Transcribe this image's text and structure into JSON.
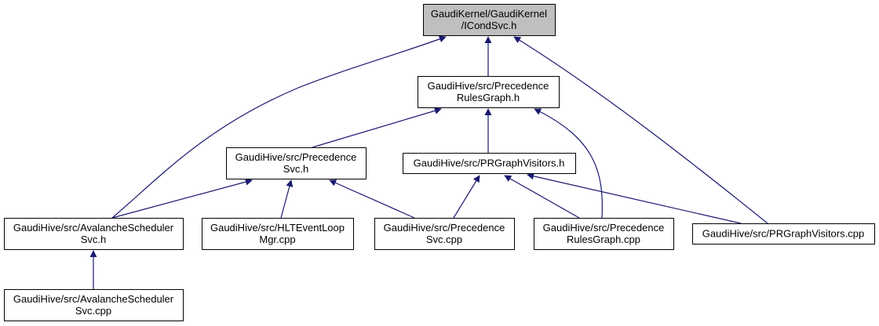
{
  "graph": {
    "colors": {
      "edge": "#191970",
      "node_fill": "#ffffff",
      "root_fill": "#bfbfbf",
      "border": "#000000"
    },
    "nodes": [
      {
        "id": "icondsvc_h",
        "lines": [
          "GaudiKernel/GaudiKernel",
          "/ICondSvc.h"
        ],
        "root": true
      },
      {
        "id": "precedence_rules_graph_h",
        "lines": [
          "GaudiHive/src/Precedence",
          "RulesGraph.h"
        ]
      },
      {
        "id": "precedence_svc_h",
        "lines": [
          "GaudiHive/src/Precedence",
          "Svc.h"
        ]
      },
      {
        "id": "prgraph_visitors_h",
        "lines": [
          "GaudiHive/src/PRGraphVisitors.h"
        ]
      },
      {
        "id": "avalanche_scheduler_svc_h",
        "lines": [
          "GaudiHive/src/AvalancheScheduler",
          "Svc.h"
        ]
      },
      {
        "id": "hlt_event_loop_mgr_cpp",
        "lines": [
          "GaudiHive/src/HLTEventLoop",
          "Mgr.cpp"
        ]
      },
      {
        "id": "precedence_svc_cpp",
        "lines": [
          "GaudiHive/src/Precedence",
          "Svc.cpp"
        ]
      },
      {
        "id": "precedence_rules_graph_cpp",
        "lines": [
          "GaudiHive/src/Precedence",
          "RulesGraph.cpp"
        ]
      },
      {
        "id": "prgraph_visitors_cpp",
        "lines": [
          "GaudiHive/src/PRGraphVisitors.cpp"
        ]
      },
      {
        "id": "avalanche_scheduler_svc_cpp",
        "lines": [
          "GaudiHive/src/AvalancheScheduler",
          "Svc.cpp"
        ]
      }
    ],
    "edges": [
      {
        "from": "precedence_rules_graph_h",
        "to": "icondsvc_h"
      },
      {
        "from": "avalanche_scheduler_svc_h",
        "to": "icondsvc_h"
      },
      {
        "from": "prgraph_visitors_cpp",
        "to": "icondsvc_h"
      },
      {
        "from": "precedence_svc_h",
        "to": "precedence_rules_graph_h"
      },
      {
        "from": "prgraph_visitors_h",
        "to": "precedence_rules_graph_h"
      },
      {
        "from": "precedence_rules_graph_cpp",
        "to": "precedence_rules_graph_h"
      },
      {
        "from": "avalanche_scheduler_svc_h",
        "to": "precedence_svc_h"
      },
      {
        "from": "hlt_event_loop_mgr_cpp",
        "to": "precedence_svc_h"
      },
      {
        "from": "precedence_svc_cpp",
        "to": "precedence_svc_h"
      },
      {
        "from": "precedence_svc_cpp",
        "to": "prgraph_visitors_h"
      },
      {
        "from": "precedence_rules_graph_cpp",
        "to": "prgraph_visitors_h"
      },
      {
        "from": "prgraph_visitors_cpp",
        "to": "prgraph_visitors_h"
      },
      {
        "from": "avalanche_scheduler_svc_cpp",
        "to": "avalanche_scheduler_svc_h"
      }
    ]
  }
}
